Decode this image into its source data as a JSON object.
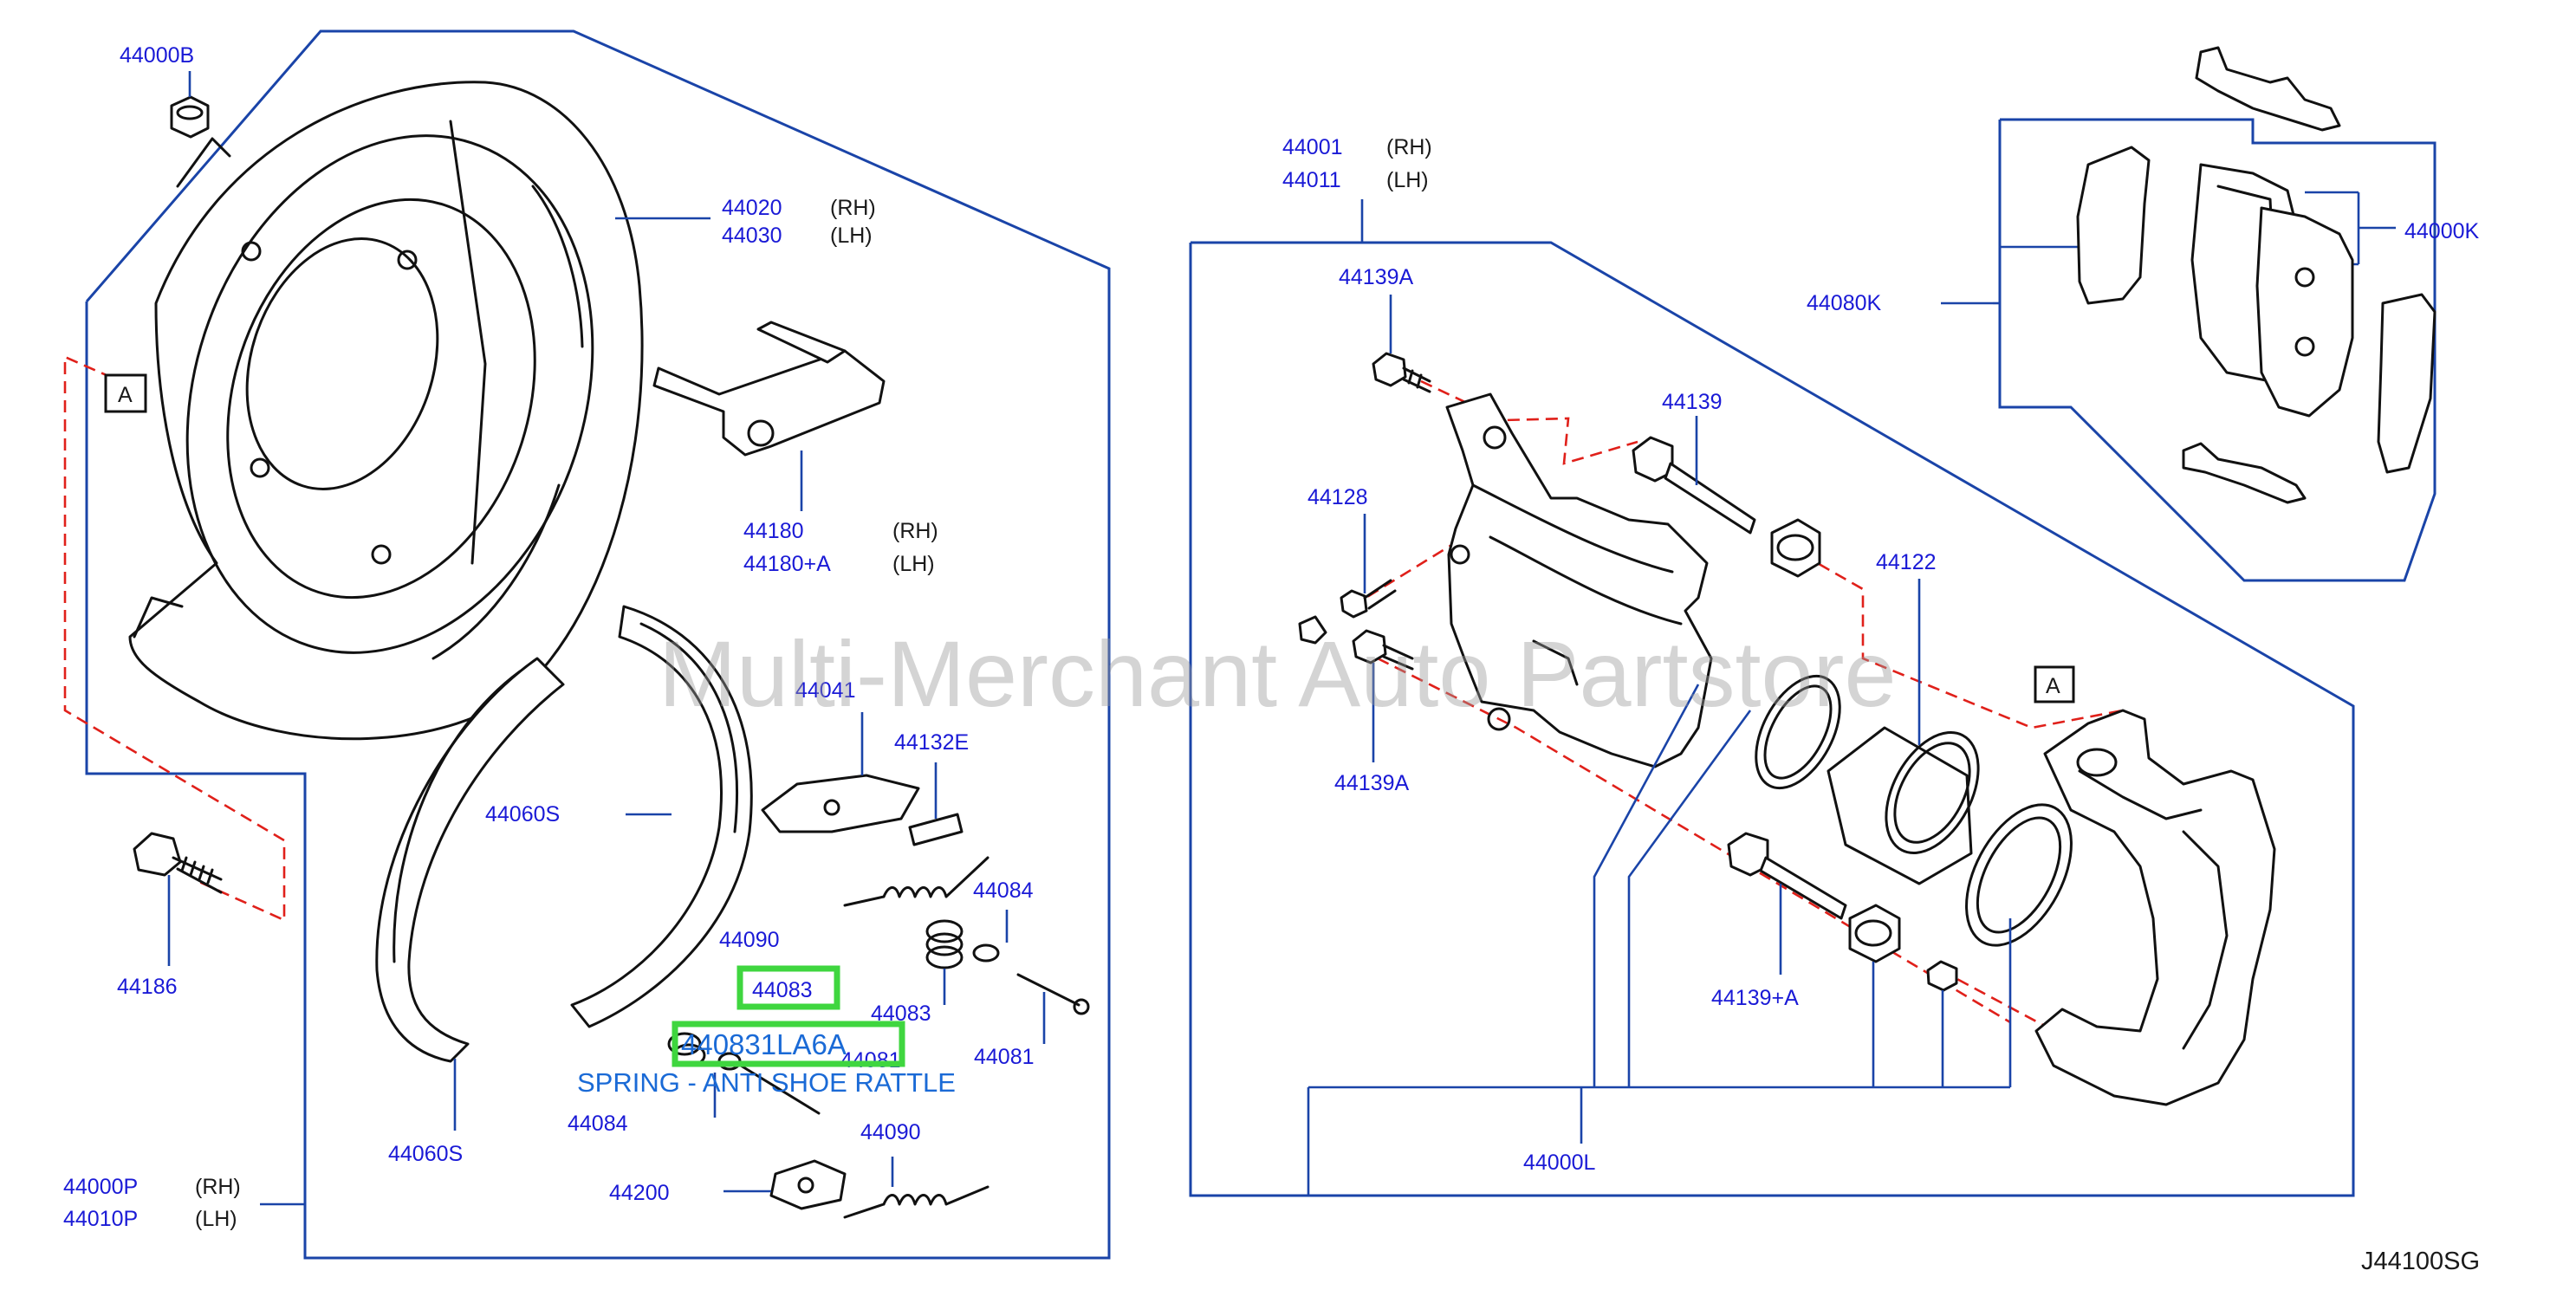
{
  "diagram": {
    "watermark": "Multi-Merchant Auto Partstore",
    "figure_code": "J44100SG",
    "ref_marker": "A",
    "highlight": {
      "part_number": "44083",
      "selected_code": "440831LA6A",
      "selected_desc": "SPRING - ANTI SHOE RATTLE"
    },
    "labels": {
      "p44000B": "44000B",
      "p44020": "44020",
      "p44030": "44030",
      "p44180": "44180",
      "p44180A": "44180+A",
      "p44041": "44041",
      "p44132E": "44132E",
      "p44060S_a": "44060S",
      "p44060S_b": "44060S",
      "p44090_a": "44090",
      "p44090_b": "44090",
      "p44084_a": "44084",
      "p44084_b": "44084",
      "p44083_b": "44083",
      "p44081_a": "44081",
      "p44081_b": "44081",
      "p44200": "44200",
      "p44186": "44186",
      "p44000P": "44000P",
      "p44010P": "44010P",
      "p44001": "44001",
      "p44011": "44011",
      "p44139A_a": "44139A",
      "p44139A_b": "44139A",
      "p44139": "44139",
      "p44128": "44128",
      "p44122": "44122",
      "p44139pA": "44139+A",
      "p44000L": "44000L",
      "p44080K": "44080K",
      "p44000K": "44000K"
    },
    "sides": {
      "rh": "(RH)",
      "lh": "(LH)"
    }
  }
}
